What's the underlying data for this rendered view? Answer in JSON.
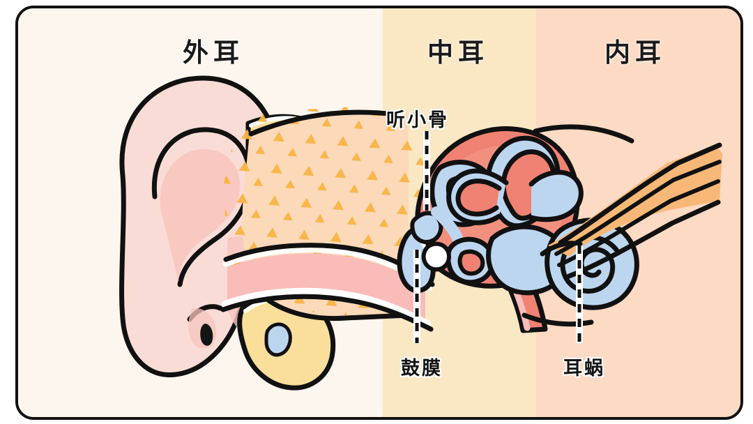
{
  "diagram": {
    "subject": "human-ear-anatomy",
    "sections": [
      {
        "key": "outer",
        "label": "外耳",
        "bg_color": "#fdf6ee"
      },
      {
        "key": "middle",
        "label": "中耳",
        "bg_color": "#fae7c4"
      },
      {
        "key": "inner",
        "label": "内耳",
        "bg_color": "#fcdac4"
      }
    ],
    "callouts": [
      {
        "key": "ossicles",
        "label": "听小骨",
        "leader": "dashed-vertical"
      },
      {
        "key": "eardrum",
        "label": "鼓膜",
        "leader": "dashed-vertical"
      },
      {
        "key": "cochlea",
        "label": "耳蜗",
        "leader": "dashed-vertical"
      }
    ],
    "palette": {
      "frame_border": "#111111",
      "outline": "#111111",
      "pinna_skin": "#fadcd6",
      "pinna_shadow": "#f7c4bd",
      "cartilage_yellow": "#fadf9b",
      "bone_peach": "#fbd9b9",
      "canal_pink": "#f9bcb8",
      "middle_ear_red": "#ef8273",
      "ossicle_blue": "#bdd6f0",
      "nerve_orange": "#f7b877",
      "wax_triangle": "#f9b445",
      "highlight_white": "#ffffff"
    }
  }
}
